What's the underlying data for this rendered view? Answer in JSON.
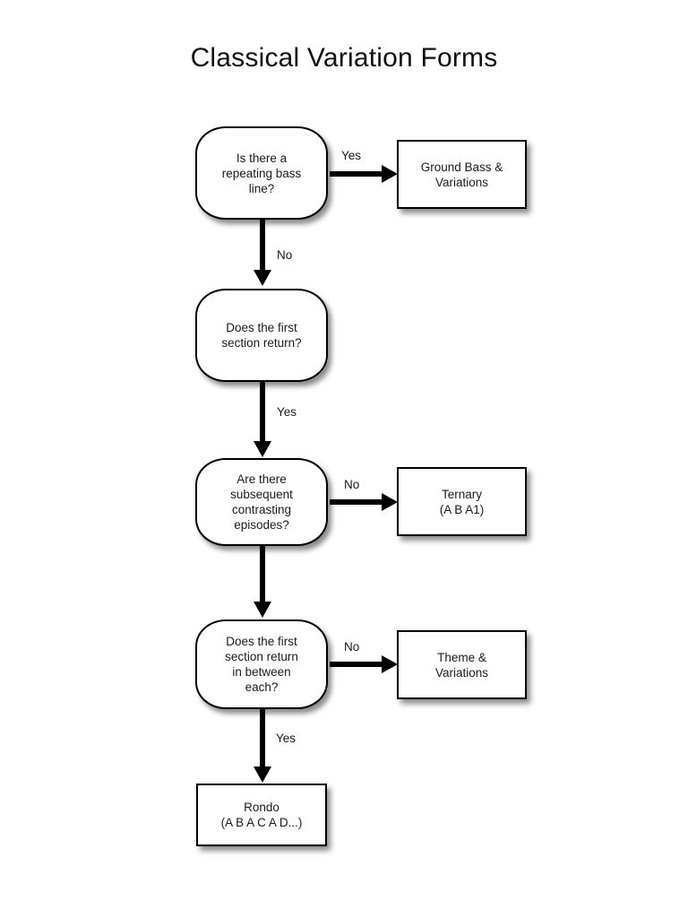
{
  "document": {
    "title": "Classical Variation Forms"
  },
  "chart_data": {
    "type": "diagram",
    "diagram_kind": "decision-flowchart",
    "title": "Classical Variation Forms",
    "nodes": [
      {
        "id": "q1",
        "shape": "decision",
        "text": "Is there a\nrepeating bass\nline?"
      },
      {
        "id": "r1",
        "shape": "terminal",
        "text": "Ground Bass &\nVariations"
      },
      {
        "id": "q2",
        "shape": "decision",
        "text": "Does the first\nsection return?"
      },
      {
        "id": "q3",
        "shape": "decision",
        "text": "Are there\nsubsequent\ncontrasting\nepisodes?"
      },
      {
        "id": "r2",
        "shape": "terminal",
        "text": "Ternary\n(A B A1)"
      },
      {
        "id": "q4",
        "shape": "decision",
        "text": "Does the first\nsection return\nin between\neach?"
      },
      {
        "id": "r3",
        "shape": "terminal",
        "text": "Theme &\nVariations"
      },
      {
        "id": "r4",
        "shape": "terminal",
        "text": "Rondo\n(A B A C A D...)"
      }
    ],
    "edges": [
      {
        "from": "q1",
        "to": "r1",
        "label": "Yes",
        "direction": "right"
      },
      {
        "from": "q1",
        "to": "q2",
        "label": "No",
        "direction": "down"
      },
      {
        "from": "q2",
        "to": "q3",
        "label": "Yes",
        "direction": "down"
      },
      {
        "from": "q3",
        "to": "r2",
        "label": "No",
        "direction": "right"
      },
      {
        "from": "q3",
        "to": "q4",
        "label": "",
        "direction": "down"
      },
      {
        "from": "q4",
        "to": "r3",
        "label": "No",
        "direction": "right"
      },
      {
        "from": "q4",
        "to": "r4",
        "label": "Yes",
        "direction": "down"
      }
    ],
    "colors": {
      "background": "#ffffff",
      "stroke": "#000000",
      "fill": "#ffffff",
      "text": "#1a1a1a"
    }
  }
}
